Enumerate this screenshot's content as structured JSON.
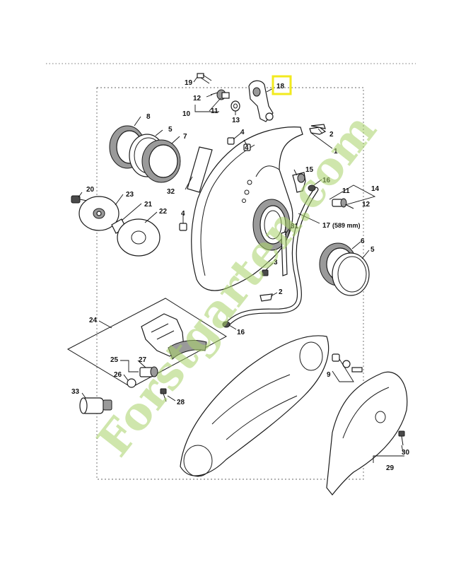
{
  "diagram": {
    "highlight_color": "#f2ea1e",
    "highlighted_part": "18",
    "watermark": "Forstgarten.com",
    "hose_note": "(589 mm)",
    "labels": {
      "p1": "1",
      "p2a": "2",
      "p2b": "2",
      "p3": "3",
      "p4a": "4",
      "p4b": "4",
      "p4c": "4",
      "p5a": "5",
      "p5b": "5",
      "p6": "6",
      "p7": "7",
      "p8": "8",
      "p9": "9",
      "p10": "10",
      "p11a": "11",
      "p11b": "11",
      "p12a": "12",
      "p12b": "12",
      "p13": "13",
      "p14": "14",
      "p15": "15",
      "p16a": "16",
      "p16b": "16",
      "p17": "17",
      "p18": "18",
      "p19": "19",
      "p20": "20",
      "p21": "21",
      "p22": "22",
      "p23": "23",
      "p24": "24",
      "p25": "25",
      "p26": "26",
      "p27": "27",
      "p28": "28",
      "p29": "29",
      "p30": "30",
      "p31": "31",
      "p32": "32",
      "p33": "33"
    }
  }
}
